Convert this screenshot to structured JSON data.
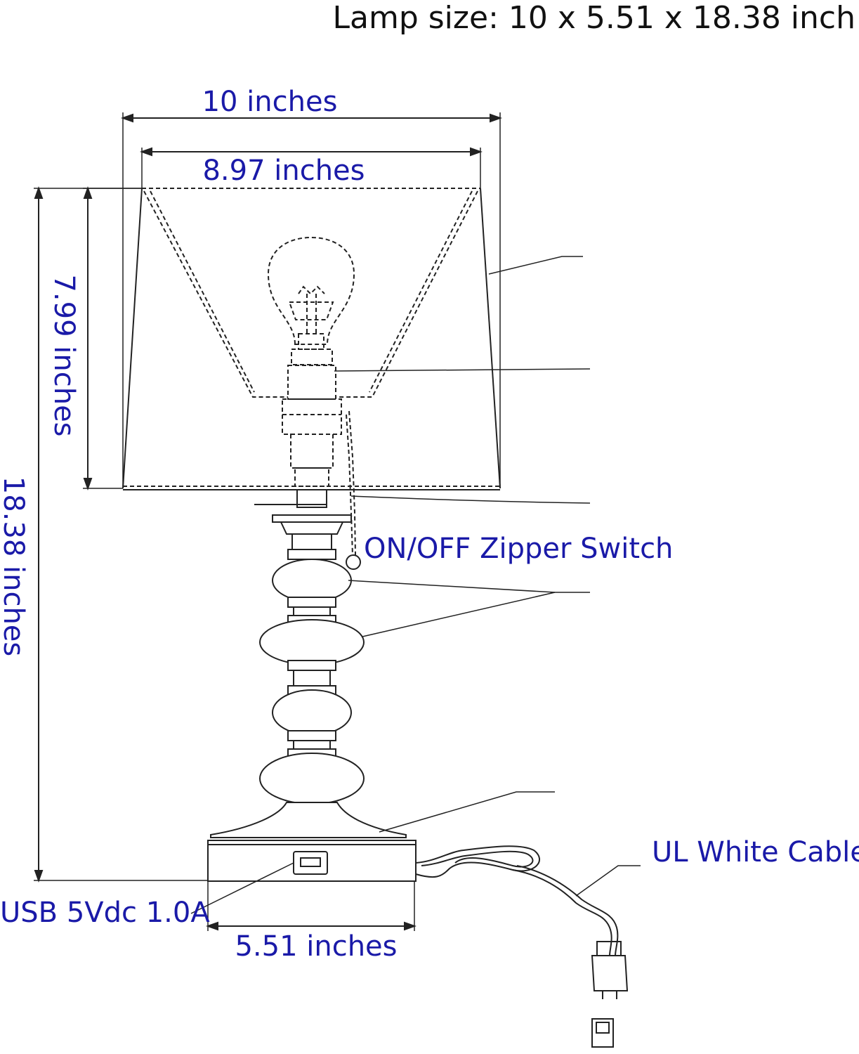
{
  "title": "Lamp size: 10 x 5.51 x 18.38 inch",
  "dimensions": {
    "shade_bottom_width": "10 inches",
    "shade_top_width": "8.97 inches",
    "shade_height": "7.99 inches",
    "total_height": "18.38 inches",
    "base_width": "5.51 inches"
  },
  "callouts": {
    "switch": "ON/OFF Zipper Switch",
    "cable": "UL White Cable",
    "usb": "USB 5Vdc 1.0A"
  },
  "colors": {
    "label_blue": "#1a1aa8",
    "title_black": "#111111",
    "line": "#222222"
  }
}
